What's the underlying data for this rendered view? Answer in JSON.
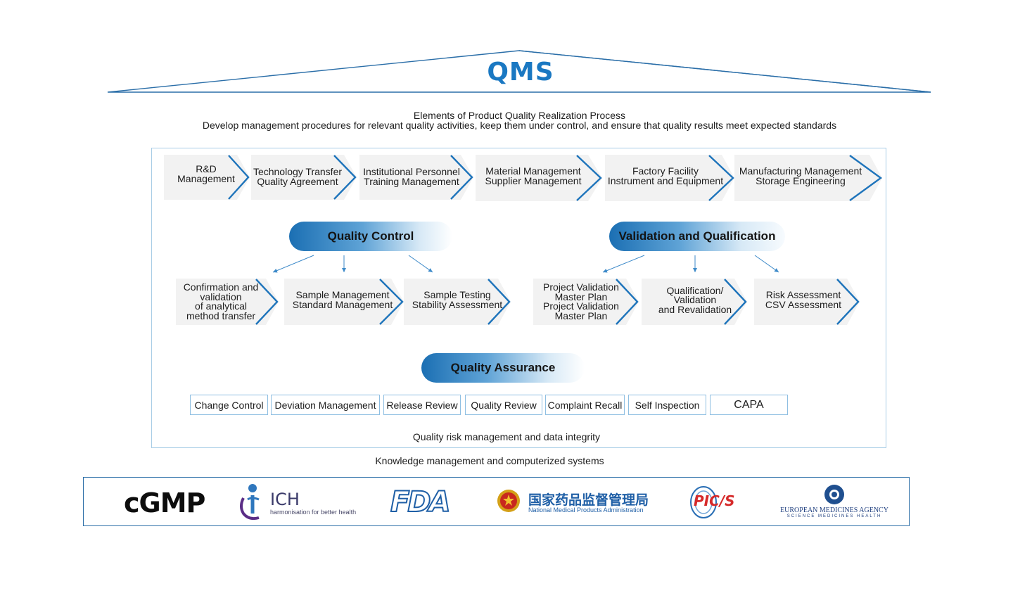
{
  "header": {
    "title": "QMS",
    "subtitle_line1": "Elements of Product Quality Realization Process",
    "subtitle_line2": "Develop management procedures for relevant quality activities, keep them under control, and ensure that quality results meet expected standards"
  },
  "process_elements": [
    {
      "line1": "R&D",
      "line2": "Management"
    },
    {
      "line1": "Technology Transfer",
      "line2": "Quality Agreement"
    },
    {
      "line1": "Institutional Personnel",
      "line2": "Training Management"
    },
    {
      "line1": "Material Management",
      "line2": "Supplier Management"
    },
    {
      "line1": "Factory Facility",
      "line2": "Instrument and Equipment"
    },
    {
      "line1": "Manufacturing Management",
      "line2": "Storage Engineering"
    }
  ],
  "quality_control": {
    "label": "Quality Control",
    "items": [
      {
        "lines": [
          "Confirmation and",
          "validation",
          "of analytical",
          "method transfer"
        ]
      },
      {
        "lines": [
          "Sample Management",
          "Standard Management"
        ]
      },
      {
        "lines": [
          "Sample Testing",
          "Stability Assessment"
        ]
      }
    ]
  },
  "validation": {
    "label": "Validation and Qualification",
    "items": [
      {
        "lines": [
          "Project Validation",
          "Master Plan",
          "Project Validation",
          "Master Plan"
        ]
      },
      {
        "lines": [
          "Qualification/",
          "Validation",
          "and Revalidation"
        ]
      },
      {
        "lines": [
          "Risk Assessment",
          "CSV Assessment"
        ]
      }
    ]
  },
  "quality_assurance": {
    "label": "Quality Assurance",
    "items": [
      "Change Control",
      "Deviation Management",
      "Release Review",
      "Quality Review",
      "Complaint Recall",
      "Self Inspection",
      "CAPA"
    ]
  },
  "notes": {
    "risk": "Quality risk management and data integrity",
    "knowledge": "Knowledge management and computerized systems"
  },
  "logos": {
    "cgmp": "cGMP",
    "ich": "ICH",
    "ich_tagline": "harmonisation for better health",
    "fda": "FDA",
    "nmpa_cn": "国家药品监督管理局",
    "nmpa_en": "National Medical Products Administration",
    "pics": "PIC/S",
    "ema": "EUROPEAN MEDICINES AGENCY",
    "ema_tagline": "SCIENCE  MEDICINES  HEALTH"
  },
  "colors": {
    "accent_blue": "#1a78c2",
    "pill_dark": "#1b6fb3",
    "chevron_bg": "#f2f2f2",
    "chevron_stroke": "#1e74bb",
    "frame_border": "#a8cde6"
  }
}
